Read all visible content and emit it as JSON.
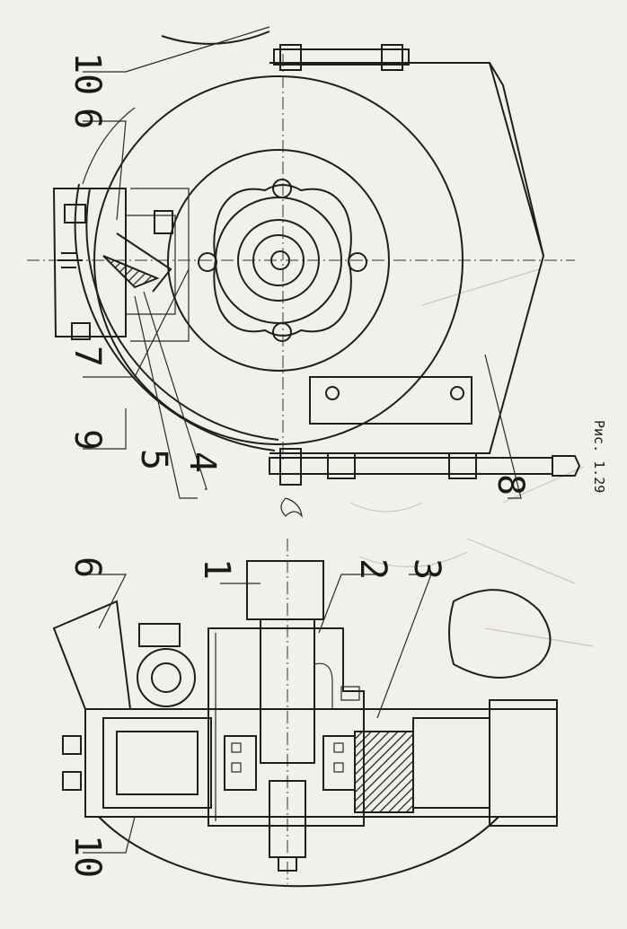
{
  "caption": "Рис. 1.29",
  "callouts": [
    "10",
    "6",
    "7",
    "9",
    "5",
    "4",
    "8",
    "6",
    "1",
    "2",
    "3",
    "10"
  ]
}
